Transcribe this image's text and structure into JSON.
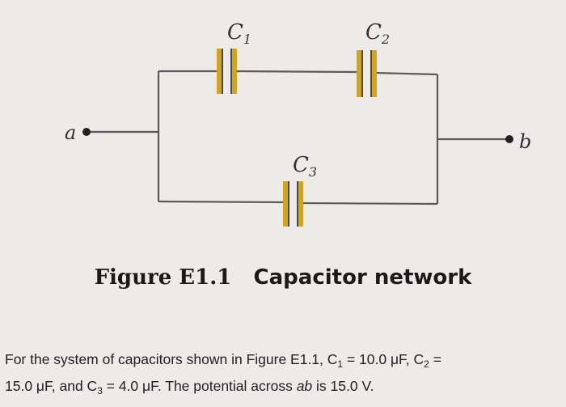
{
  "diagram": {
    "labels": {
      "c1": {
        "letter": "C",
        "sub": "1"
      },
      "c2": {
        "letter": "C",
        "sub": "2"
      },
      "c3": {
        "letter": "C",
        "sub": "3"
      },
      "terminal_a": "a",
      "terminal_b": "b"
    },
    "colors": {
      "wire": "#5a5a5a",
      "plate_gold": "#d4a21c",
      "plate_dark": "#4a4a4a",
      "text": "#333333"
    }
  },
  "caption": {
    "label": "Figure E1.1",
    "text": "Capacitor network"
  },
  "problem": {
    "p1": "For the system of capacitors shown in Figure E1.1, C",
    "s1": "1",
    "p2": " = 10.0 μF, C",
    "s2": "2",
    "p3": " =",
    "p4": "15.0 μF, and C",
    "s3": "3",
    "p5": " = 4.0 μF. The potential across ",
    "ab": "ab",
    "p6": " is 15.0 V."
  }
}
